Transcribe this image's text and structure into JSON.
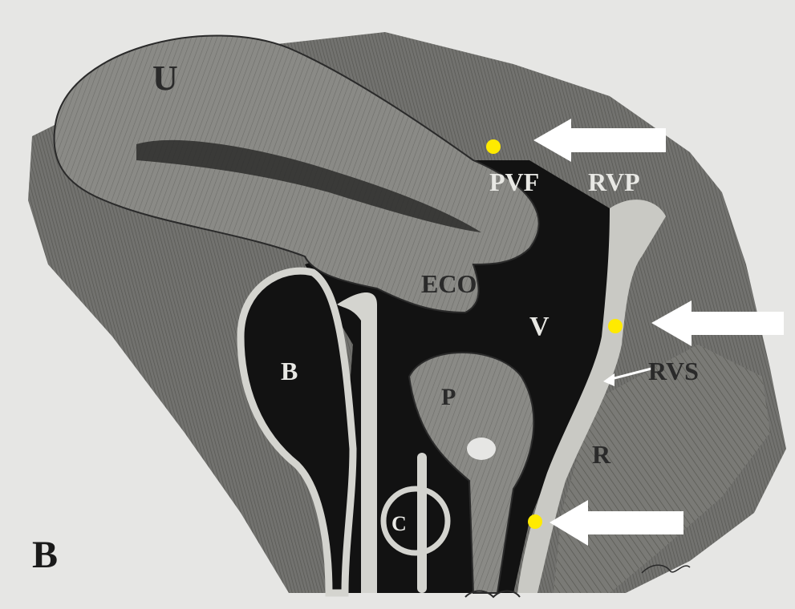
{
  "figure": {
    "panel_letter": "B",
    "colors": {
      "background": "#e6e6e4",
      "tissue": "#8a8a86",
      "cavity": "#121212",
      "wall": "#d4d4cf",
      "ink": "#2a2a2a",
      "marker": "#ffea00",
      "arrow": "#ffffff"
    },
    "labels": {
      "uterus": "U",
      "posterior_vaginal_fornix": "PVF",
      "rectovaginal_pouch": "RVP",
      "ectocervix": "ECO",
      "vagina": "V",
      "bladder": "B",
      "perineal_body": "P",
      "rectovaginal_septum": "RVS",
      "rectum": "R",
      "clitoris": "C"
    },
    "annotations": {
      "arrows": [
        {
          "target": "posterior_vaginal_fornix",
          "icon": "arrow-left-icon"
        },
        {
          "target": "vaginal_wall_middle",
          "icon": "arrow-left-icon"
        },
        {
          "target": "vaginal_wall_lower",
          "icon": "arrow-left-icon"
        }
      ],
      "markers": [
        {
          "target": "posterior_vaginal_fornix",
          "icon": "yellow-dot-icon"
        },
        {
          "target": "vaginal_wall_middle",
          "icon": "yellow-dot-icon"
        },
        {
          "target": "vaginal_wall_lower",
          "icon": "yellow-dot-icon"
        }
      ]
    }
  }
}
